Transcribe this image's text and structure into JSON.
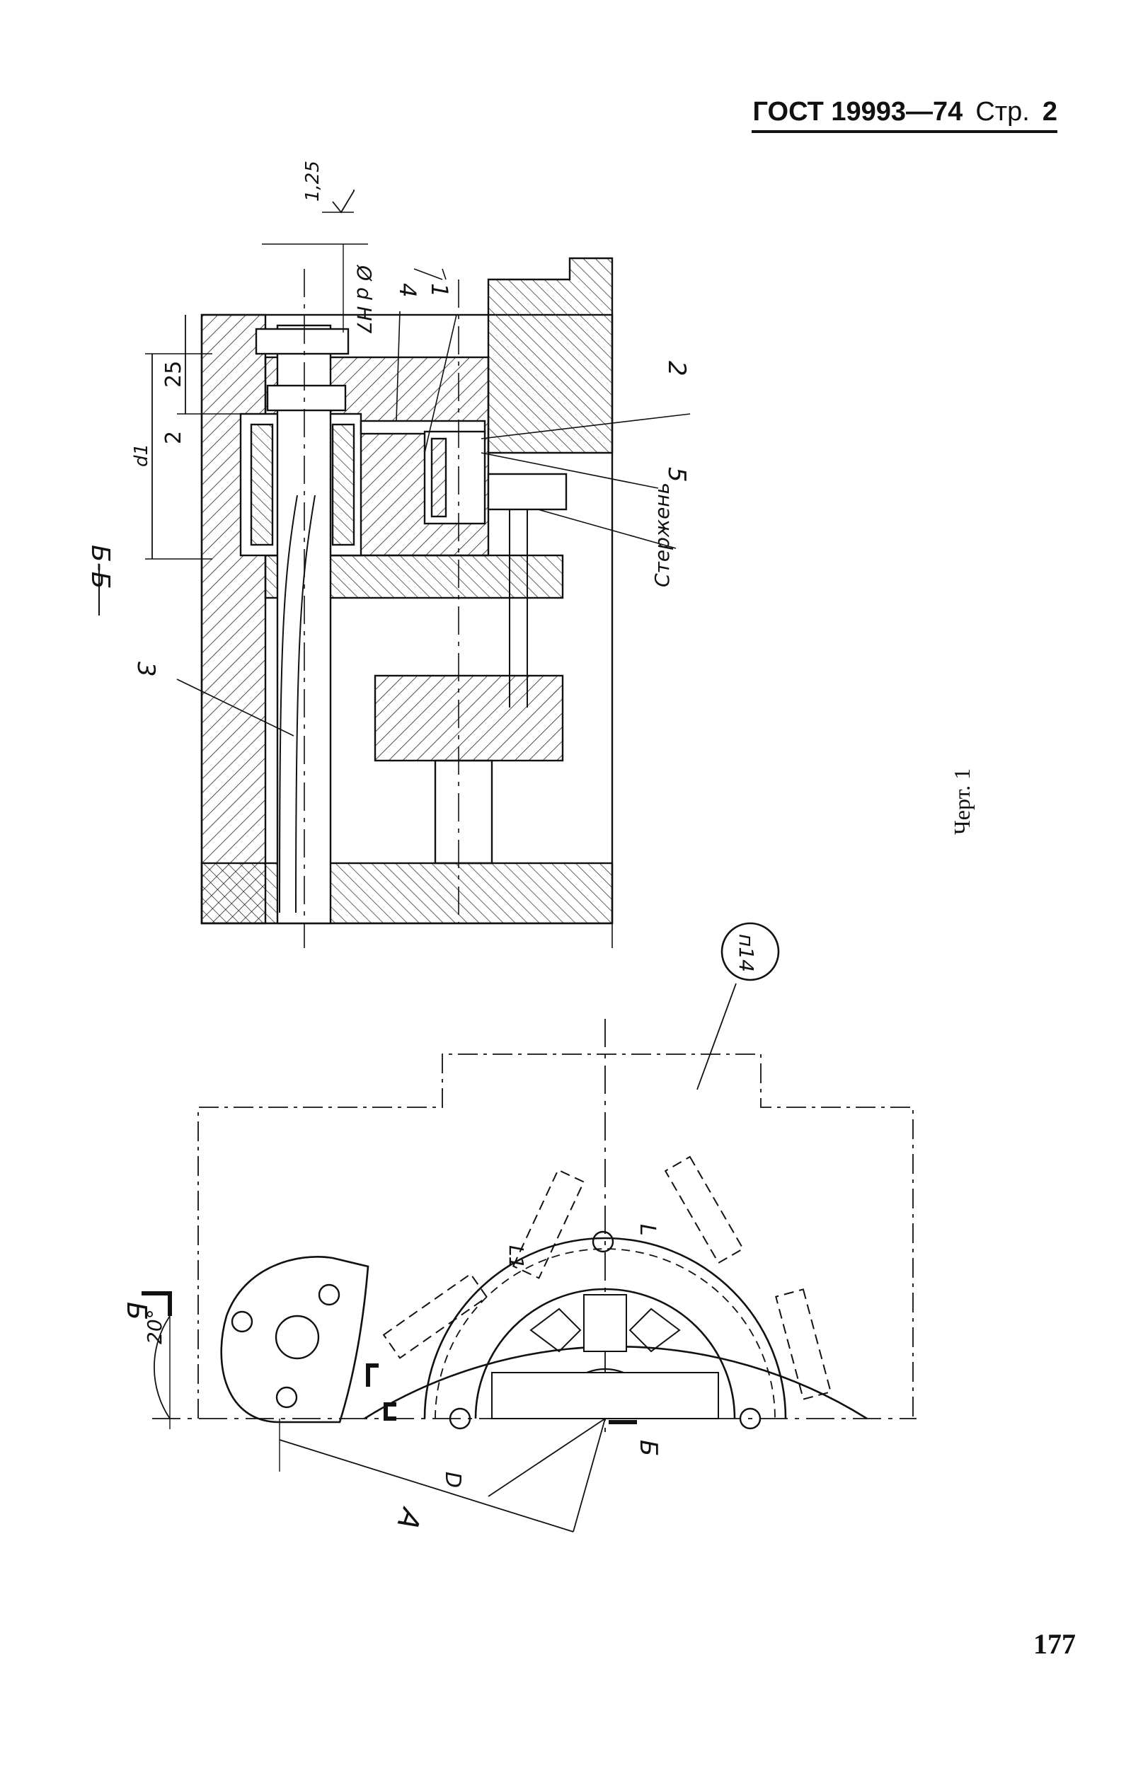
{
  "header": {
    "standard": "ГОСТ 19993—74",
    "page_word": "Стр.",
    "page_no": "2"
  },
  "page_number": "177",
  "figure_caption": "Черт. 1",
  "section_label": "Б-Б",
  "surface_finish": "1,25",
  "fit": "Ø d H7",
  "dimensions": {
    "d25": "25",
    "d2": "2",
    "d_big": "d1",
    "angle": "20°",
    "A": "A",
    "D": "D",
    "L": "L",
    "L1": "L1"
  },
  "callouts": {
    "c1": "1",
    "c2": "2",
    "c3": "3",
    "c4": "4",
    "c5": "5",
    "rod": "Стержень",
    "detail": "п14"
  },
  "section_marks": {
    "top": "Б",
    "bottom": "Б"
  }
}
